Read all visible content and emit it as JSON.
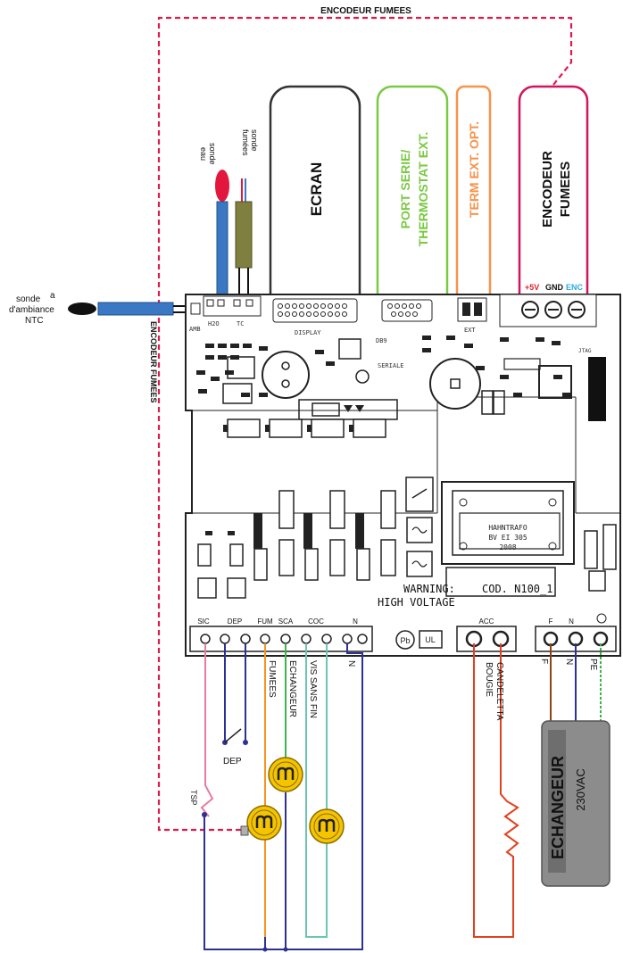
{
  "diagram": {
    "encoder_top_label": "ENCODEUR FUMEES",
    "encoder_side_label": "ENCODEUR FUMEES",
    "modules": {
      "ecran": "ECRAN",
      "port_line1": "PORT SERIE/",
      "port_line2": "THERMOSTAT EXT.",
      "term": "TERM EXT. OPT.",
      "encoder_line1": "ENCODEUR",
      "encoder_line2": "FUMEES"
    },
    "encoder_pins": {
      "plus5v": "+5V",
      "gnd": "GND",
      "enc": "ENC"
    },
    "probes": {
      "eau_line1": "sonde",
      "eau_line2": "eau",
      "fumees_line1": "sonde",
      "fumees_line2": "fumées",
      "ambient_line1": "sonde",
      "ambient_a": "a",
      "ambient_line2": "d'ambiance",
      "ambient_line3": "NTC"
    },
    "board": {
      "connector_labels": [
        "SIC",
        "DEP",
        "FUM",
        "SCA",
        "COC",
        "N"
      ],
      "acc": "ACC",
      "phase_f": "F",
      "neutral_n": "N",
      "warning_line1": "WARNING:",
      "warning_line2": "HIGH VOLTAGE",
      "code": "COD. N100_1",
      "transformer_line1": "HAHNTRAFO",
      "transformer_line2": "BV EI 305",
      "transformer_line3": "2008",
      "silk_display": "DISPLAY",
      "silk_db9": "DB9",
      "silk_seriale": "SERIALE",
      "silk_ext": "EXT",
      "silk_h2o": "H2O",
      "silk_tc": "TC",
      "silk_amb": "AMB",
      "silk_jtag": "JTAG",
      "ul": "UL",
      "pb": "Pb"
    },
    "wires": {
      "fumees": "FUMEES",
      "echangeur": "ECHANGEUR",
      "vis": "VIS SANS FIN",
      "n": "N",
      "bougie": "BOUGIE",
      "candeletta": "CANDELETTA",
      "f": "F",
      "n2": "N",
      "pe": "PE"
    },
    "dep": "DEP",
    "tsp": "TSP",
    "echangeur_box_line1": "ECHANGEUR",
    "echangeur_box_line2": "230VAC",
    "colors": {
      "encoder_dashed": "#e0194f",
      "ecran_frame": "#333333",
      "port_frame": "#7ac943",
      "term_frame": "#f7934c",
      "encoder_frame": "#d4145a",
      "pin_5v": "#e31e24",
      "pin_enc": "#29abe2",
      "wire_pink": "#e87ba0",
      "wire_blue": "#2e3192",
      "wire_orange": "#f7931e",
      "wire_green": "#39b54a",
      "wire_teal": "#6cc5b0",
      "wire_red": "#e2411f",
      "wire_brown": "#8b4513",
      "motor_yellow": "#f5c400",
      "echangeur_box": "#8c8c8c"
    }
  }
}
